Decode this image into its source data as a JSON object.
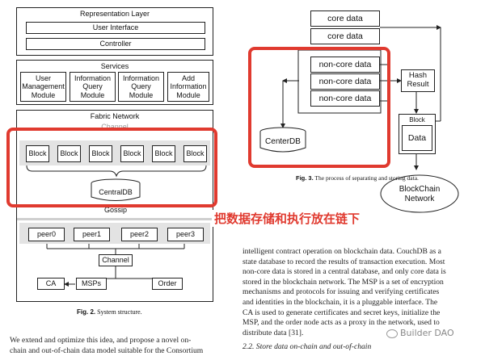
{
  "left_figure": {
    "representation_layer": {
      "title": "Representation Layer",
      "user_interface": "User Interface",
      "controller": "Controller"
    },
    "services": {
      "title": "Services",
      "modules": [
        "User Management Module",
        "Information Query Module",
        "Information Query Module",
        "Add Information Module"
      ]
    },
    "fabric_network": {
      "title": "Fabric Network",
      "hidden_label": "Channel",
      "blocks": [
        "Block",
        "Block",
        "Block",
        "Block",
        "Block",
        "Block"
      ],
      "central_db": "CentralDB",
      "gossip": "Gossip",
      "peers": [
        "peer0",
        "peer1",
        "peer2",
        "peer3"
      ],
      "channel": "Channel",
      "ca": "CA",
      "msps": "MSPs",
      "order": "Order"
    },
    "caption_label": "Fig. 2.",
    "caption_text": "System structure."
  },
  "right_figure": {
    "core_data": [
      "core data",
      "core data"
    ],
    "non_core_data": [
      "non-core data",
      "non-core data",
      "non-core data"
    ],
    "hash_result": "Hash Result",
    "block_label": "Block",
    "data_label": "Data",
    "center_db": "CenterDB",
    "blockchain_network": "BlockChain Network",
    "caption_label": "Fig. 3.",
    "caption_text_visible": "The process of separating and storing data."
  },
  "overlay_text": "把数据存储和执行放在链下",
  "right_paragraph": [
    "intelligent contract operation on blockchain data. CouchDB as a",
    "state database to record the results of transaction execution. Most",
    "non-core data is stored in a central database, and only core data is",
    "stored in the blockchain network. The MSP is a set of encryption",
    "mechanisms and protocols for issuing and verifying certificates",
    "and identities in the blockchain, it is a pluggable interface. The",
    "CA is used to generate certificates and secret keys, initialize the",
    "MSP, and the order node acts as a proxy in the network, used to",
    "distribute data [31]."
  ],
  "section_heading": "2.2.  Store data on-chain and out-of-chain",
  "left_paragraph": [
    "We extend and optimize this idea, and propose a novel on-",
    "chain and out-of-chain data model suitable for the Consortium"
  ],
  "watermark": "Builder DAO"
}
